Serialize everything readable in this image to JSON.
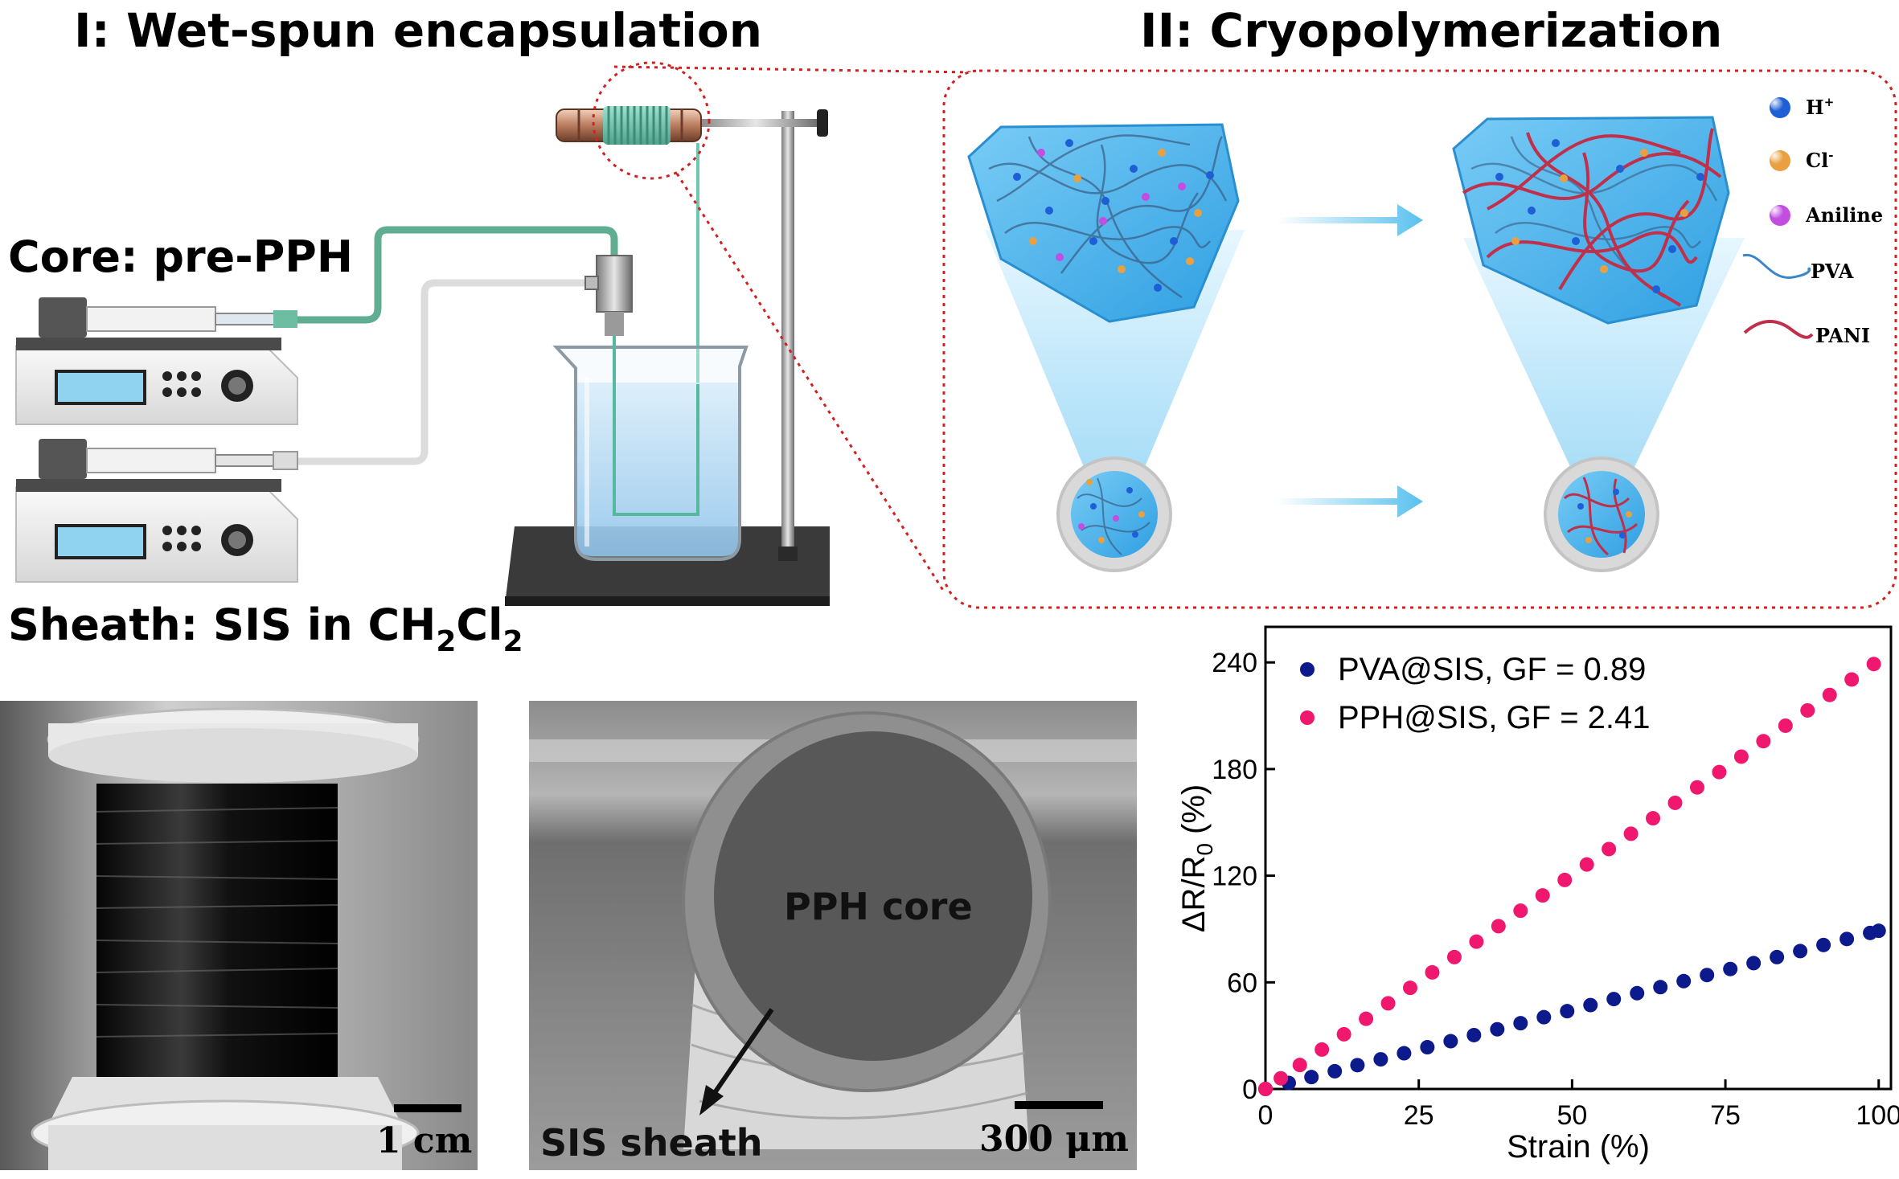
{
  "section1": {
    "title": "I: Wet-spun encapsulation",
    "core_label": "Core: pre-PPH",
    "sheath_label_main": "Sheath: SIS in CH",
    "sheath_sub_1": "2",
    "sheath_cl": "Cl",
    "sheath_sub_2": "2"
  },
  "section2": {
    "title": "II: Cryopolymerization",
    "legend": {
      "h": "H",
      "h_sup": "+",
      "cl": "Cl",
      "cl_sup": "-",
      "aniline": "Aniline",
      "pva": "PVA",
      "pani": "PANI"
    }
  },
  "photos": {
    "spool_scale": "1 cm",
    "sem_core": "PPH core",
    "sem_sheath": "SIS sheath",
    "sem_scale": "300 μm"
  },
  "colors": {
    "proton": "#1f5fd6",
    "chloride": "#e8a040",
    "aniline": "#c24de0",
    "pva": "#3a86c8",
    "pani": "#c0304a",
    "gel": "#4fb6ee",
    "dotted_frame": "#d22020",
    "pva_sis": "#0d1a8c",
    "pph_sis": "#f0186e"
  },
  "chart_data": {
    "type": "scatter",
    "xlabel": "Strain (%)",
    "ylabel_main": "ΔR/R",
    "ylabel_sub": "0",
    "ylabel_unit": " (%)",
    "xlim": [
      0,
      102
    ],
    "ylim": [
      0,
      260
    ],
    "xticks": [
      0,
      25,
      50,
      75,
      100
    ],
    "yticks": [
      0,
      60,
      120,
      180,
      240
    ],
    "legend_position": "top-left",
    "series": [
      {
        "name": "PVA@SIS, GF = 0.89",
        "color": "#0d1a8c",
        "x": [
          0,
          3.8,
          7.5,
          11.3,
          15,
          18.8,
          22.6,
          26.4,
          30.2,
          34,
          37.8,
          41.6,
          45.4,
          49.2,
          53,
          56.8,
          60.6,
          64.4,
          68.2,
          72,
          75.8,
          79.6,
          83.4,
          87.2,
          91,
          94.8,
          98.6,
          100
        ],
        "y": [
          0,
          3.4,
          6.7,
          10,
          13.4,
          16.7,
          20.1,
          23.5,
          26.9,
          30.3,
          33.6,
          37,
          40.4,
          43.8,
          47.2,
          50.6,
          53.9,
          57.3,
          60.7,
          64.1,
          67.5,
          70.8,
          74.2,
          77.6,
          81,
          84.4,
          87.8,
          89
        ]
      },
      {
        "name": "PPH@SIS, GF = 2.41",
        "color": "#f0186e",
        "x": [
          0,
          2.5,
          5.6,
          9.2,
          12.8,
          16.4,
          20,
          23.6,
          27.2,
          30.8,
          34.4,
          38,
          41.6,
          45.2,
          48.8,
          52.4,
          56,
          59.6,
          63.2,
          66.8,
          70.4,
          74,
          77.6,
          81.2,
          84.8,
          88.4,
          92,
          95.6,
          99.2
        ],
        "y": [
          0,
          6,
          13.5,
          22.2,
          30.8,
          39.5,
          48.2,
          56.9,
          65.6,
          74.2,
          82.9,
          91.6,
          100.3,
          108.9,
          117.6,
          126.3,
          135,
          143.6,
          152.3,
          161,
          169.7,
          178.3,
          187,
          195.7,
          204.4,
          213,
          221.7,
          230.4,
          239.1
        ]
      }
    ]
  }
}
